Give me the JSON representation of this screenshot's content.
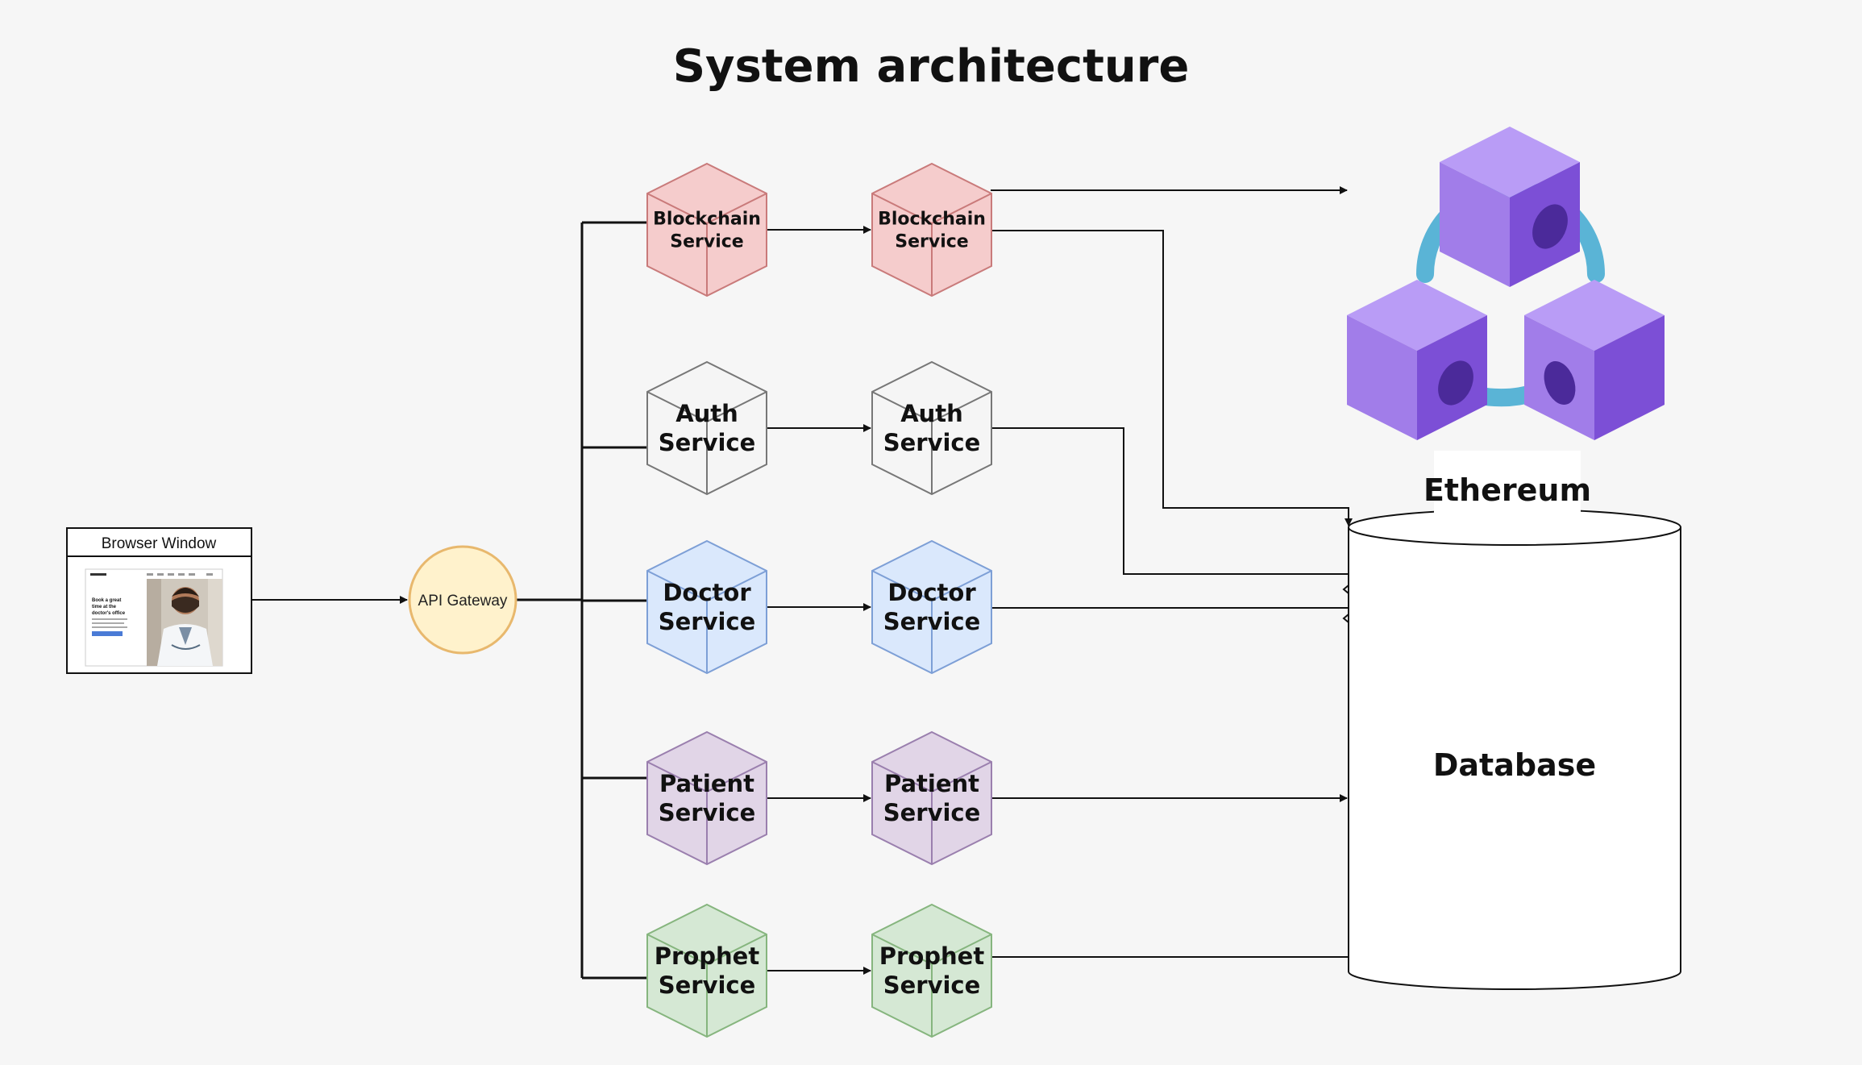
{
  "title": "System architecture",
  "browser": {
    "title": "Browser Window",
    "mock_headline": [
      "Book a great",
      "time at the",
      "doctor's office"
    ]
  },
  "gateway": {
    "label": "API Gateway"
  },
  "service_rows": [
    {
      "key": "blockchain",
      "lines": [
        "Blockchain",
        "Service"
      ],
      "fill": "#f5cccc",
      "stroke": "#c97a7a"
    },
    {
      "key": "auth",
      "lines": [
        "Auth",
        "Service"
      ],
      "fill": "#f5f5f5",
      "stroke": "#777777"
    },
    {
      "key": "doctor",
      "lines": [
        "Doctor",
        "Service"
      ],
      "fill": "#dae8fc",
      "stroke": "#7d9fd6"
    },
    {
      "key": "patient",
      "lines": [
        "Patient",
        "Service"
      ],
      "fill": "#e1d5e7",
      "stroke": "#9a7fae"
    },
    {
      "key": "prophet",
      "lines": [
        "Prophet",
        "Service"
      ],
      "fill": "#d5e8d4",
      "stroke": "#86b57e"
    }
  ],
  "ethereum": {
    "label": "Ethereum"
  },
  "database": {
    "label": "Database"
  },
  "colors": {
    "gateway_fill": "#fff2cc",
    "gateway_stroke": "#e8b86d",
    "ethereum_cube_light": "#ad8ef2",
    "ethereum_cube_dark": "#7a4fd6",
    "ethereum_ring": "#5ab4d6"
  }
}
